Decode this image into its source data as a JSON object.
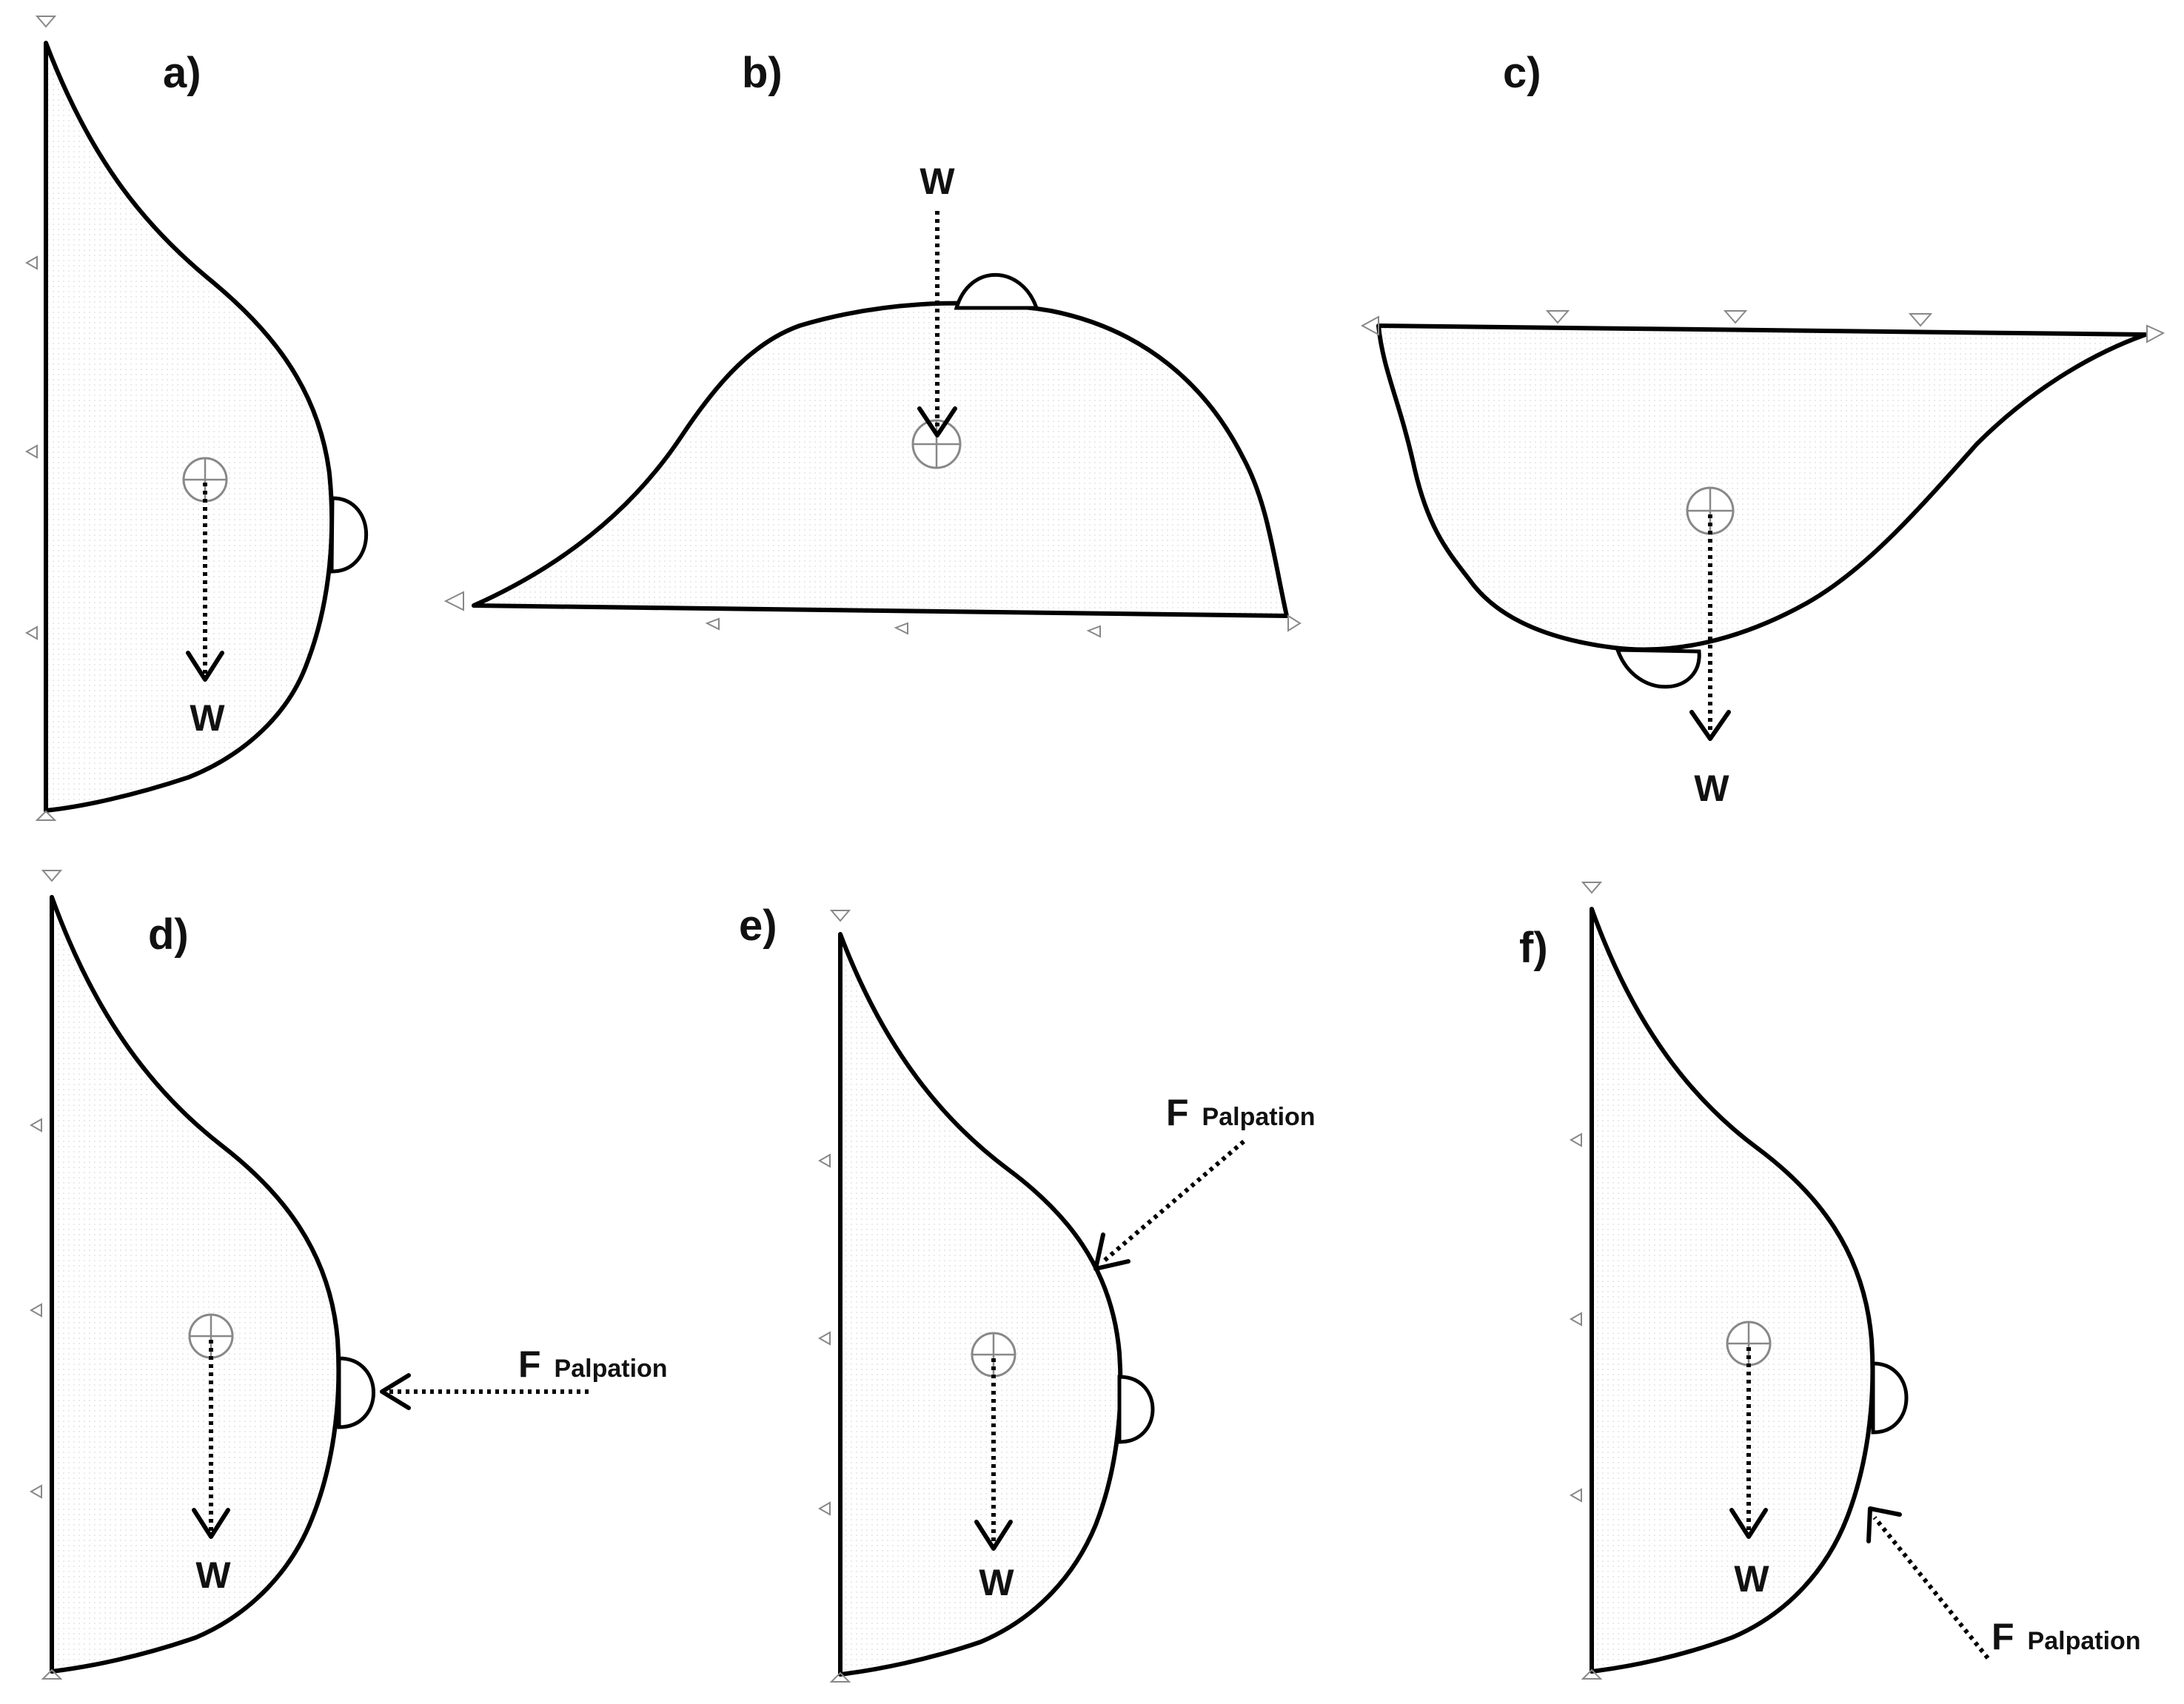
{
  "panels": [
    {
      "id": "a",
      "label": "a)",
      "weight_label": "W"
    },
    {
      "id": "b",
      "label": "b)",
      "weight_label": "W"
    },
    {
      "id": "c",
      "label": "c)",
      "weight_label": "W"
    },
    {
      "id": "d",
      "label": "d)",
      "weight_label": "W",
      "force_label": "F",
      "force_subscript": "Palpation"
    },
    {
      "id": "e",
      "label": "e)",
      "weight_label": "W",
      "force_label": "F",
      "force_subscript": "Palpation"
    },
    {
      "id": "f",
      "label": "f)",
      "weight_label": "W",
      "force_label": "F",
      "force_subscript": "Palpation"
    }
  ],
  "colors": {
    "outline": "#000000",
    "fill_dots": "#dcdcdc",
    "center_of_gravity": "#888888"
  }
}
